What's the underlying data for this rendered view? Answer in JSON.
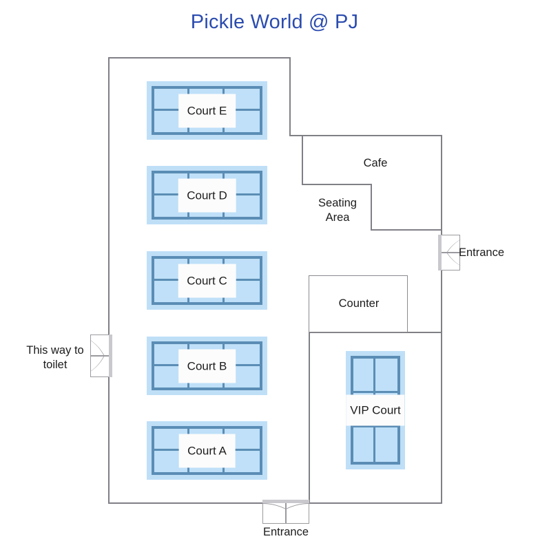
{
  "title": "Pickle World @ PJ",
  "title_color": "#2b4caf",
  "colors": {
    "wall": "#7f7f86",
    "court_pad": "#bfdff7",
    "court_surface": "#bfe0f8",
    "court_line": "#5b8db5",
    "label_bg": "#fcfcfc",
    "text": "#1c1c1c",
    "door": "#9a9a9f"
  },
  "courts": [
    {
      "name": "Court E",
      "orientation": "horizontal",
      "cells": 6
    },
    {
      "name": "Court D",
      "orientation": "horizontal",
      "cells": 6
    },
    {
      "name": "Court C",
      "orientation": "horizontal",
      "cells": 6
    },
    {
      "name": "Court B",
      "orientation": "horizontal",
      "cells": 6
    },
    {
      "name": "Court A",
      "orientation": "horizontal",
      "cells": 6
    },
    {
      "name": "VIP Court",
      "orientation": "vertical",
      "cells": 6
    }
  ],
  "rooms": [
    {
      "name": "Cafe",
      "label": "Cafe"
    },
    {
      "name": "Seating Area",
      "label": "Seating\nArea"
    },
    {
      "name": "Counter",
      "label": "Counter"
    }
  ],
  "doors": [
    {
      "name": "right-entrance",
      "label": "Entrance",
      "side": "right",
      "type": "double-swing"
    },
    {
      "name": "bottom-entrance",
      "label": "Entrance",
      "side": "bottom",
      "type": "double-swing"
    },
    {
      "name": "toilet-exit",
      "label": "This way to\ntoilet",
      "side": "left",
      "type": "double-swing"
    }
  ]
}
